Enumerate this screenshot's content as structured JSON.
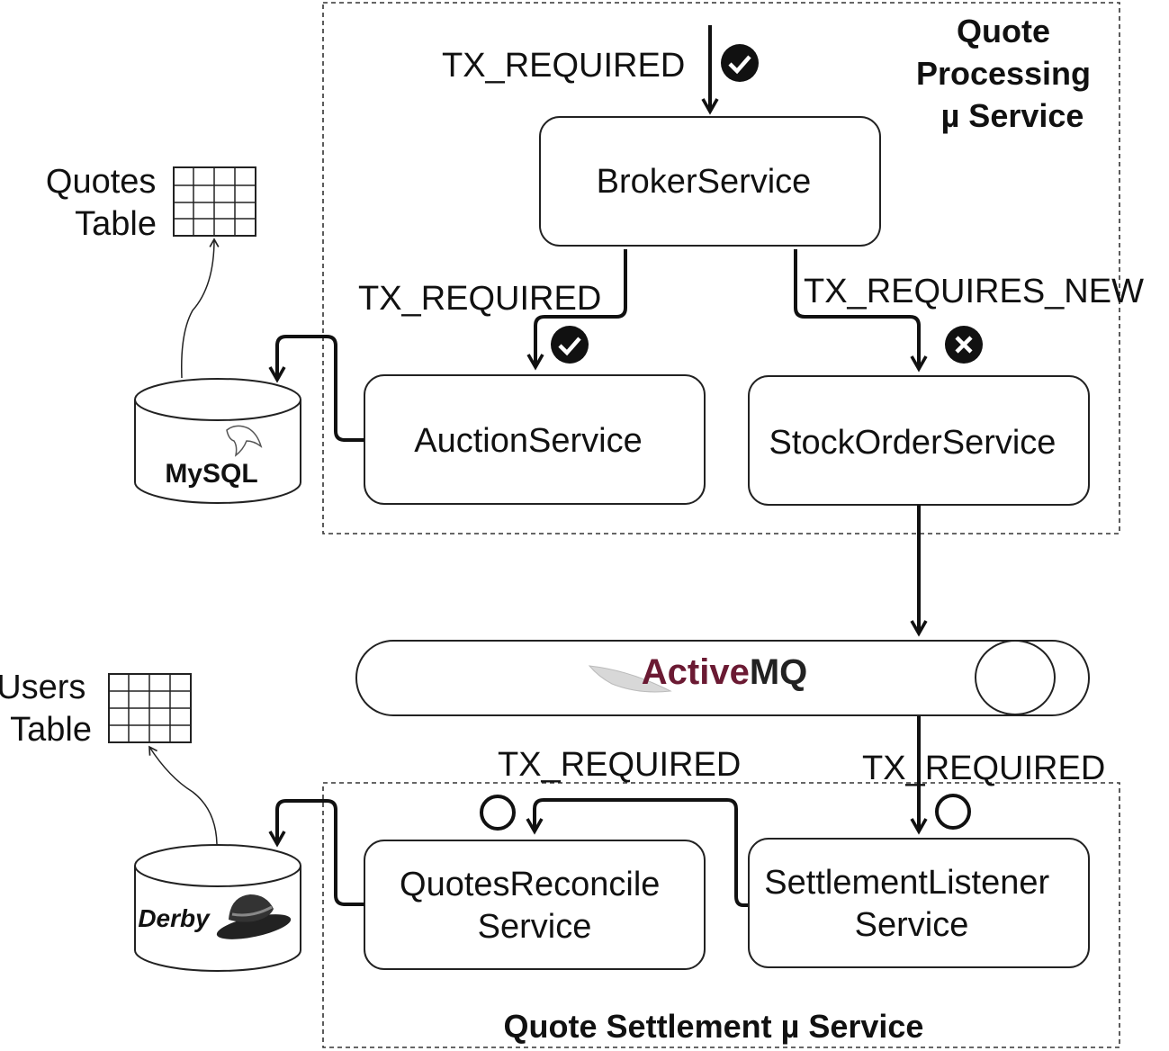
{
  "groups": {
    "quote_processing": [
      "Quote",
      "Processing",
      "µ Service"
    ],
    "quote_settlement": "Quote Settlement µ Service"
  },
  "services": {
    "broker": "BrokerService",
    "auction": "AuctionService",
    "stock_order": "StockOrderService",
    "quotes_reconcile": [
      "QuotesReconcile",
      "Service"
    ],
    "settlement_listener": [
      "SettlementListener",
      "Service"
    ]
  },
  "transactions": {
    "entry": "TX_REQUIRED",
    "broker_to_auction": "TX_REQUIRED",
    "broker_to_stock_order": "TX_REQUIRES_NEW",
    "listener_to_reconcile": "TX_REQUIRED",
    "queue_to_listener": "TX_REQUIRED"
  },
  "tables": {
    "quotes": [
      "Quotes",
      "Table"
    ],
    "users": [
      "Users",
      "Table"
    ]
  },
  "databases": {
    "mysql": "MySQL",
    "derby": "Derby"
  },
  "queue": {
    "name_part1": "Active",
    "name_part2": "MQ"
  },
  "status_icons": {
    "entry": "check-circle-icon",
    "auction": "check-circle-icon",
    "stock_order": "x-circle-icon",
    "reconcile": "empty-circle-icon",
    "listener": "empty-circle-icon"
  },
  "colors": {
    "line": "#111111",
    "activemq_text": "#6b1a33"
  }
}
